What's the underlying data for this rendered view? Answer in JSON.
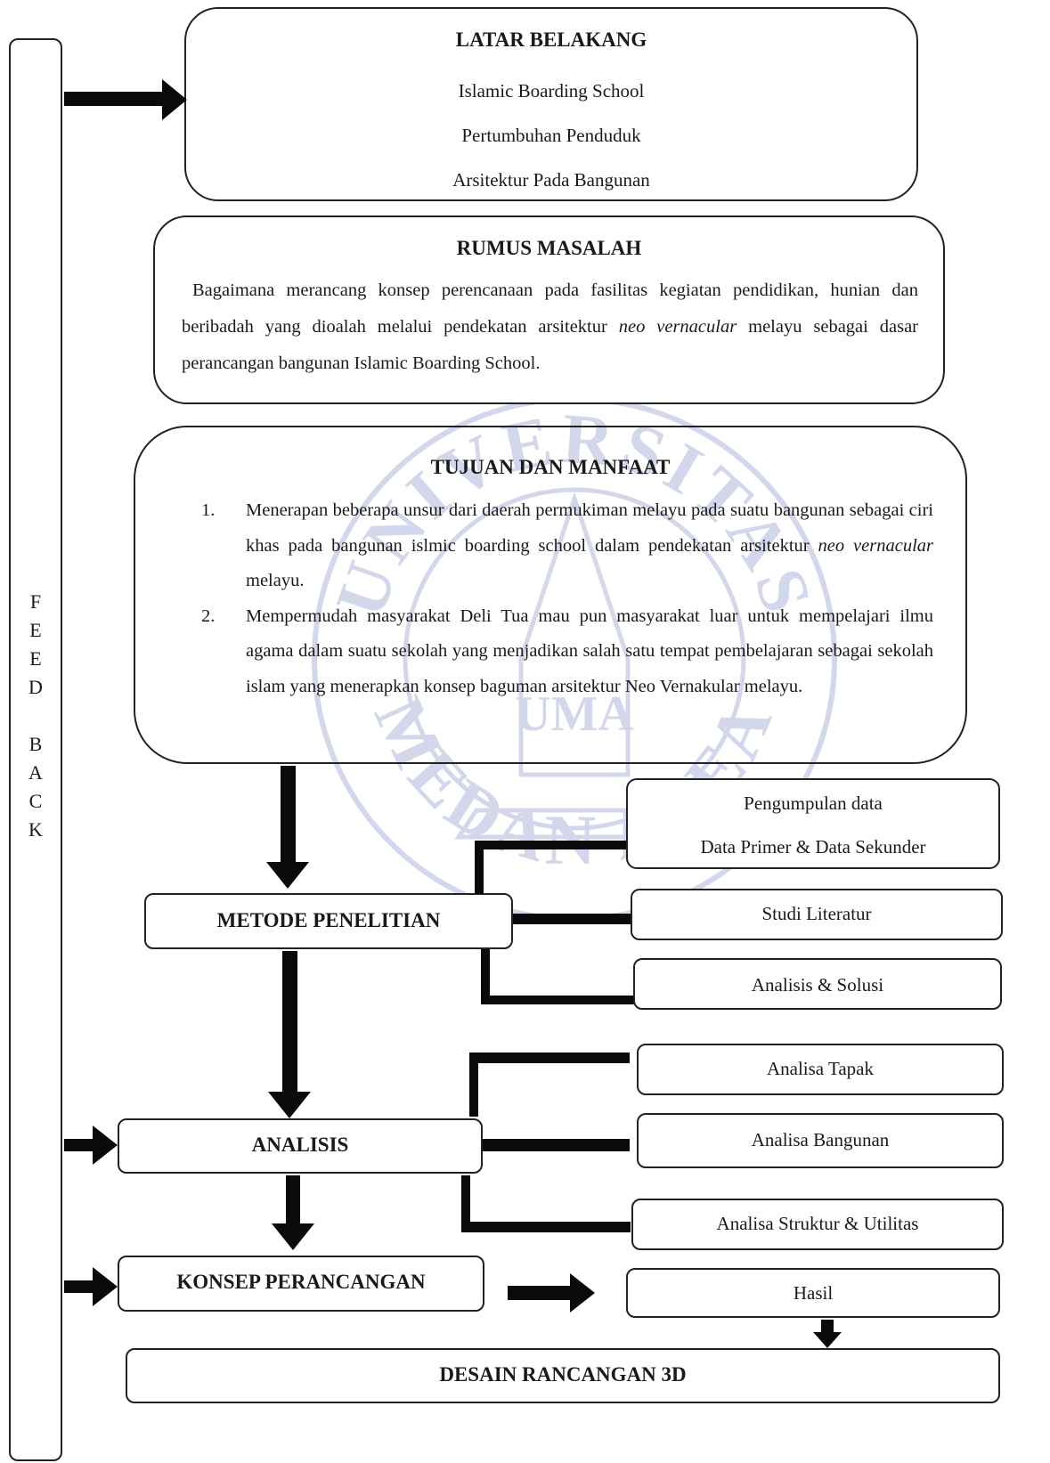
{
  "latar": {
    "title": "LATAR BELAKANG",
    "items": [
      "Islamic Boarding School",
      "Pertumbuhan Penduduk",
      "Arsitektur Pada Bangunan"
    ]
  },
  "rumus": {
    "title": "RUMUS MASALAH",
    "text_before": "Bagaimana merancang konsep perencanaan pada fasilitas kegiatan pendidikan, hunian dan beribadah yang dioalah melalui pendekatan arsitektur ",
    "text_italic": "neo vernacular",
    "text_after": " melayu sebagai dasar perancangan bangunan Islamic Boarding School."
  },
  "tujuan": {
    "title": "TUJUAN DAN MANFAAT",
    "items": [
      {
        "num": "1.",
        "before": "Menerapan beberapa unsur dari daerah permukiman melayu pada suatu bangunan sebagai ciri khas pada bangunan islmic boarding school dalam pendekatan arsitektur ",
        "italic": "neo vernacular",
        "after": " melayu."
      },
      {
        "num": "2.",
        "before": "Mempermudah masyarakat Deli Tua mau pun masyarakat luar untuk mempelajari ilmu agama dalam suatu sekolah yang menjadikan salah satu tempat pembelajaran sebagai sekolah islam yang menerapkan konsep baguman arsitektur Neo Vernakular melayu.",
        "italic": "",
        "after": ""
      }
    ]
  },
  "feedback": {
    "letters": [
      "F",
      "E",
      "E",
      "D",
      "",
      "B",
      "A",
      "C",
      "K"
    ]
  },
  "metode": {
    "label": "METODE PENELITIAN",
    "branches": {
      "pengumpulan_title": "Pengumpulan data",
      "pengumpulan_sub": "Data Primer & Data Sekunder",
      "studi": "Studi Literatur",
      "analisis_solusi": "Analisis & Solusi"
    }
  },
  "analisis": {
    "label": "ANALISIS",
    "branches": [
      "Analisa Tapak",
      "Analisa Bangunan",
      "Analisa Struktur & Utilitas"
    ]
  },
  "konsep": {
    "label": "KONSEP PERANCANGAN"
  },
  "hasil": {
    "label": "Hasil"
  },
  "desain": {
    "label": "DESAIN RANCANGAN 3D"
  },
  "watermark": {
    "top_text": "UNIVERSITAS",
    "bottom_text": "MEDAN AREA",
    "monogram": "UMA"
  }
}
